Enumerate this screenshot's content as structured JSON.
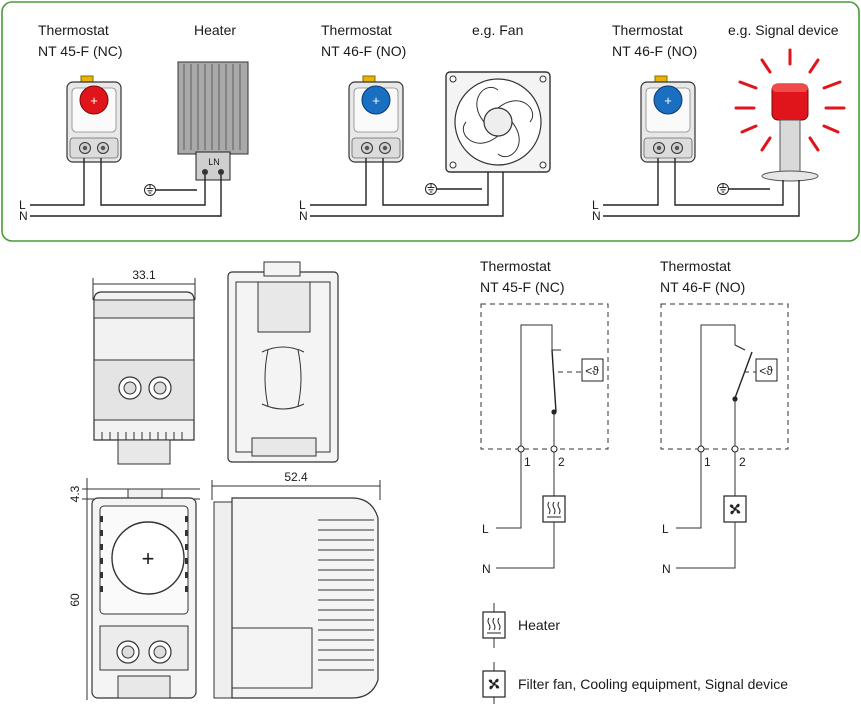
{
  "top_panel": {
    "border_color": "#4a9a3a",
    "groups": [
      {
        "thermostat_title": "Thermostat",
        "thermostat_model": "NT 45-F (NC)",
        "knob_color": "#e0151b",
        "load_label": "Heater",
        "load_type": "heater",
        "line_L": "L",
        "line_N": "N"
      },
      {
        "thermostat_title": "Thermostat",
        "thermostat_model": "NT 46-F (NO)",
        "knob_color": "#1a6fc0",
        "load_label": "e.g. Fan",
        "load_type": "fan",
        "line_L": "L",
        "line_N": "N"
      },
      {
        "thermostat_title": "Thermostat",
        "thermostat_model": "NT 46-F (NO)",
        "knob_color": "#1a6fc0",
        "load_label": "e.g. Signal device",
        "load_type": "signal",
        "line_L": "L",
        "line_N": "N"
      }
    ],
    "heater_terminal_text": "LN"
  },
  "dimensions": {
    "width_top": "33.1",
    "depth": "52.4",
    "clip_height": "4.3",
    "height": "60"
  },
  "schematics": [
    {
      "title": "Thermostat",
      "model": "NT 45-F (NC)",
      "terminal_1": "1",
      "terminal_2": "2",
      "sensor_symbol": "<ϑ",
      "line_L": "L",
      "line_N": "N",
      "load_type": "heater"
    },
    {
      "title": "Thermostat",
      "model": "NT 46-F (NO)",
      "terminal_1": "1",
      "terminal_2": "2",
      "sensor_symbol": "<ϑ",
      "line_L": "L",
      "line_N": "N",
      "load_type": "fan"
    }
  ],
  "legend": [
    {
      "symbol": "heater",
      "label": "Heater"
    },
    {
      "symbol": "fan",
      "label": "Filter fan, Cooling equipment, Signal device"
    }
  ]
}
